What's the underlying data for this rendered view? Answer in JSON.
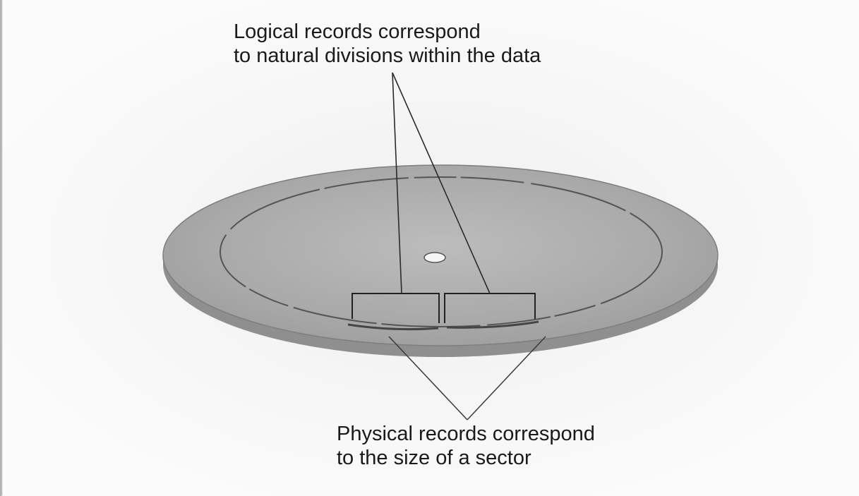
{
  "labels": {
    "logical_line1": "Logical records correspond",
    "logical_line2": "to natural divisions within the data",
    "physical_line1": "Physical records correspond",
    "physical_line2": "to the size of a sector"
  },
  "colors": {
    "disk_face": "#aeaeae",
    "disk_edge": "#8c8c8c",
    "track_line": "#555555",
    "leader_line": "#2a2a2a"
  }
}
